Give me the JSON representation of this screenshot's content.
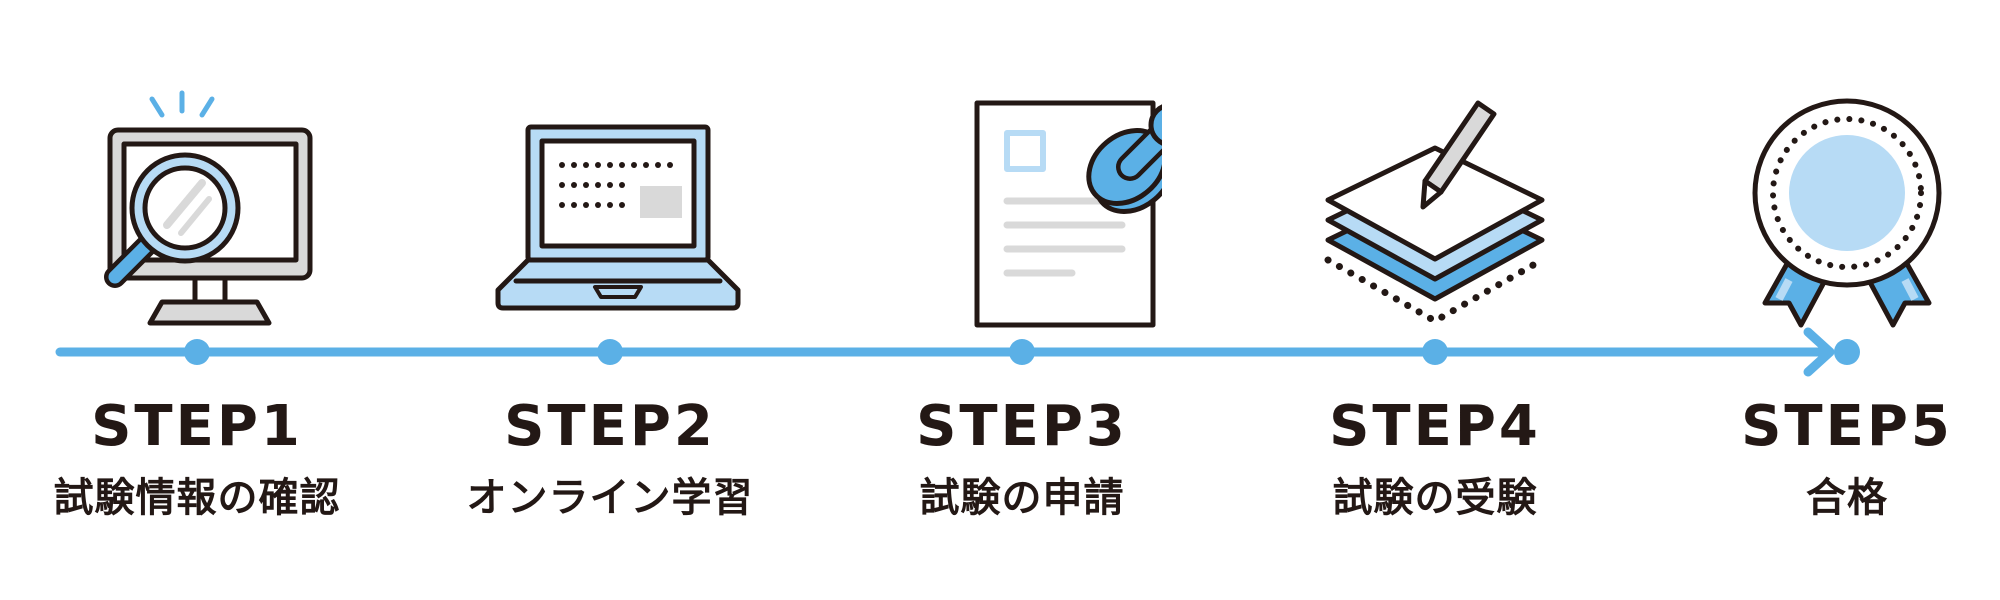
{
  "colors": {
    "line": "#5BB0E6",
    "outline": "#231815",
    "light_blue": "#B7DBF5",
    "mid_blue": "#5BB0E6",
    "gray": "#D9D9D9"
  },
  "steps": [
    {
      "title": "STEP1",
      "label": "試験情報の確認",
      "icon": "monitor-magnifier-icon"
    },
    {
      "title": "STEP2",
      "label": "オンライン学習",
      "icon": "laptop-icon"
    },
    {
      "title": "STEP3",
      "label": "試験の申請",
      "icon": "document-stamp-icon"
    },
    {
      "title": "STEP4",
      "label": "試験の受験",
      "icon": "exam-papers-pen-icon"
    },
    {
      "title": "STEP5",
      "label": "合格",
      "icon": "award-badge-icon"
    }
  ]
}
